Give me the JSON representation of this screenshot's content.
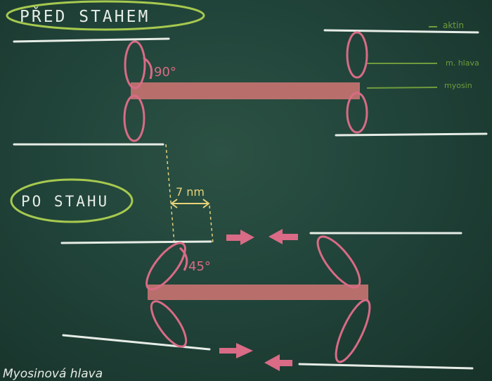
{
  "title_before": "PŘED STAHEM",
  "title_after": "PO STAHU",
  "angle_before": "90°",
  "angle_after": "45°",
  "displacement": "7 nm",
  "legend": {
    "actin": "aktin",
    "myosin_head": "m. hlava",
    "myosin": "myosin"
  },
  "bottom_caption": "Myosinová hlava",
  "colors": {
    "board": "#21443a",
    "chalk_white": "#e6ece6",
    "chalk_pink": "#d96b86",
    "myosin_bar": "#b86f6c",
    "chalk_green": "#a6c94f",
    "chalk_yellow": "#e8d27a",
    "legend_green": "#6f9c3c"
  }
}
